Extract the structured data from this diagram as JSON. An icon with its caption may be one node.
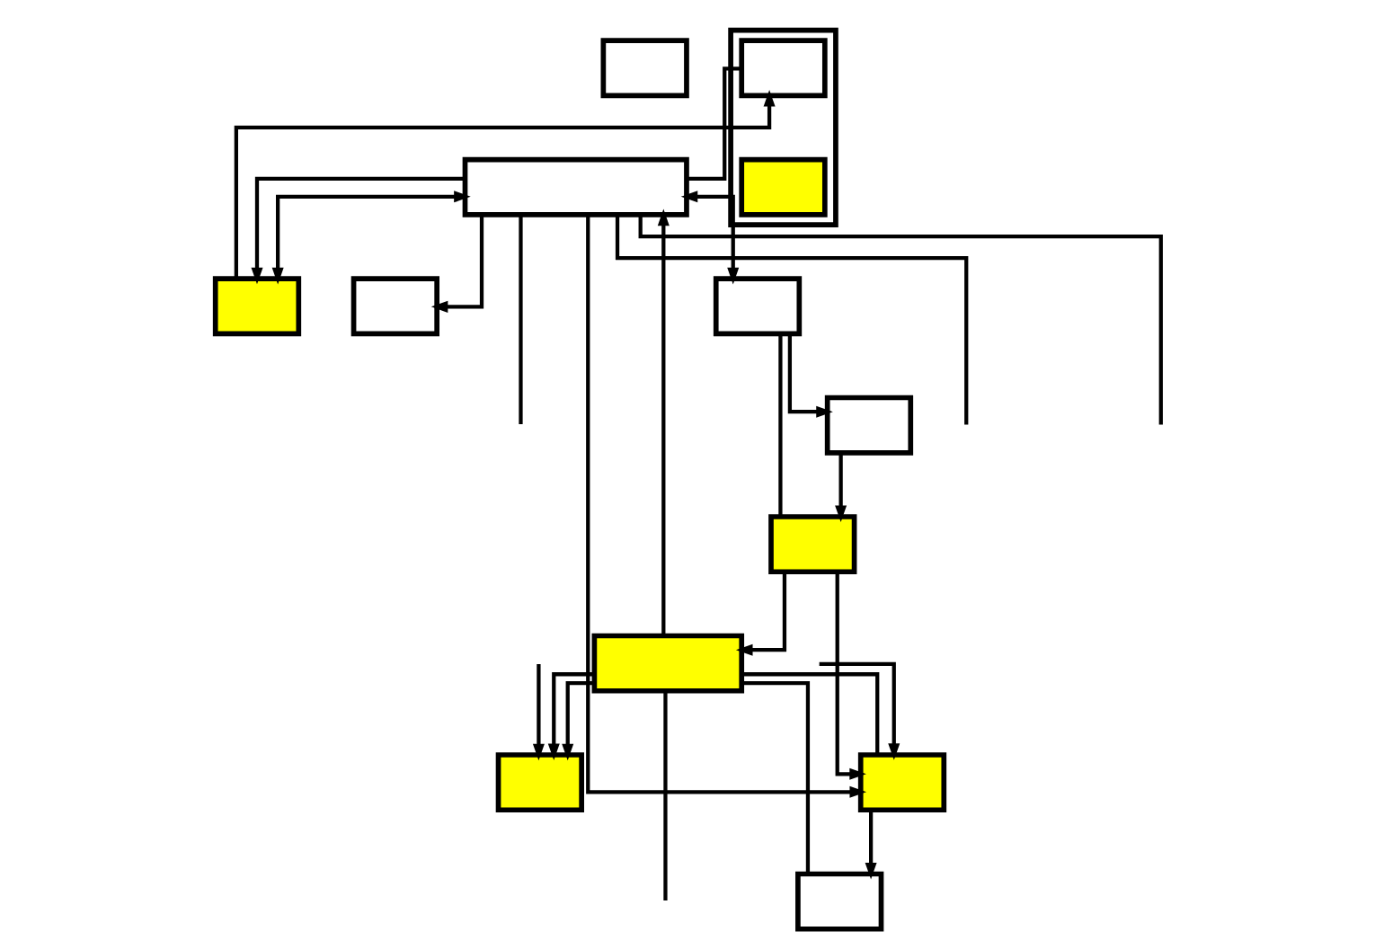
{
  "diagram": {
    "nodes": [
      {
        "text": [],
        "shape": "box"
      },
      {
        "text": [],
        "shape": "box"
      },
      {
        "text": [],
        "shape": "box"
      },
      {
        "text": [],
        "shape": "box"
      },
      {
        "text": [],
        "shape": "box"
      },
      {
        "text": [],
        "shape": "box"
      },
      {
        "text": [],
        "shape": "box",
        "in": 5
      },
      {
        "text": [],
        "shape": "box",
        "in": 5
      },
      {
        "text": [],
        "shape": "box"
      },
      {
        "text": [],
        "shape": "box"
      },
      {
        "text": [],
        "shape": "box"
      },
      {
        "text": [],
        "shape": "box"
      },
      {
        "text": [],
        "shape": "box"
      },
      {
        "text": [],
        "shape": "box"
      }
    ],
    "edges": [
      {
        "from": 1,
        "to": 6,
        "arrow": "to"
      },
      {
        "from": 8,
        "to": 1,
        "arrow": "to"
      },
      {
        "from": 8,
        "to": 1,
        "arrow": "both"
      },
      {
        "from": 8,
        "to": 2,
        "arrow": "both"
      },
      {
        "from": 2,
        "to": 4,
        "arrow": "none"
      },
      {
        "from": 2,
        "to": 3,
        "arrow": "to"
      },
      {
        "from": 3,
        "to": 4,
        "arrow": "to"
      },
      {
        "from": 4,
        "to": 9,
        "arrow": "to"
      },
      {
        "from": 4,
        "to": 11,
        "arrow": "to"
      },
      {
        "from": 9,
        "to": 8,
        "arrow": "to"
      },
      {
        "from": 6,
        "to": 8,
        "arrow": "none"
      },
      {
        "from": 8,
        "to": 10,
        "arrow": "to"
      },
      {
        "from": 8,
        "to": 11,
        "arrow": "to"
      },
      {
        "from": 9,
        "to": 13,
        "arrow": "to"
      },
      {
        "from": 9,
        "to": 11,
        "arrow": "none"
      },
      {
        "from": 11,
        "to": 12,
        "arrow": "to"
      },
      {
        "from": 9,
        "to": 12,
        "arrow": "none"
      },
      {
        "from": 9,
        "to": 13,
        "arrow": "to"
      },
      {
        "from": 8,
        "to": null,
        "arrow": "none"
      },
      {
        "from": 8,
        "to": null,
        "arrow": "none"
      },
      {
        "from": 8,
        "to": null,
        "arrow": "none"
      },
      {
        "from": null,
        "to": 11,
        "arrow": "to"
      },
      {
        "from": null,
        "to": 13,
        "arrow": "to"
      },
      {
        "from": 9,
        "to": null,
        "arrow": "none"
      }
    ]
  }
}
